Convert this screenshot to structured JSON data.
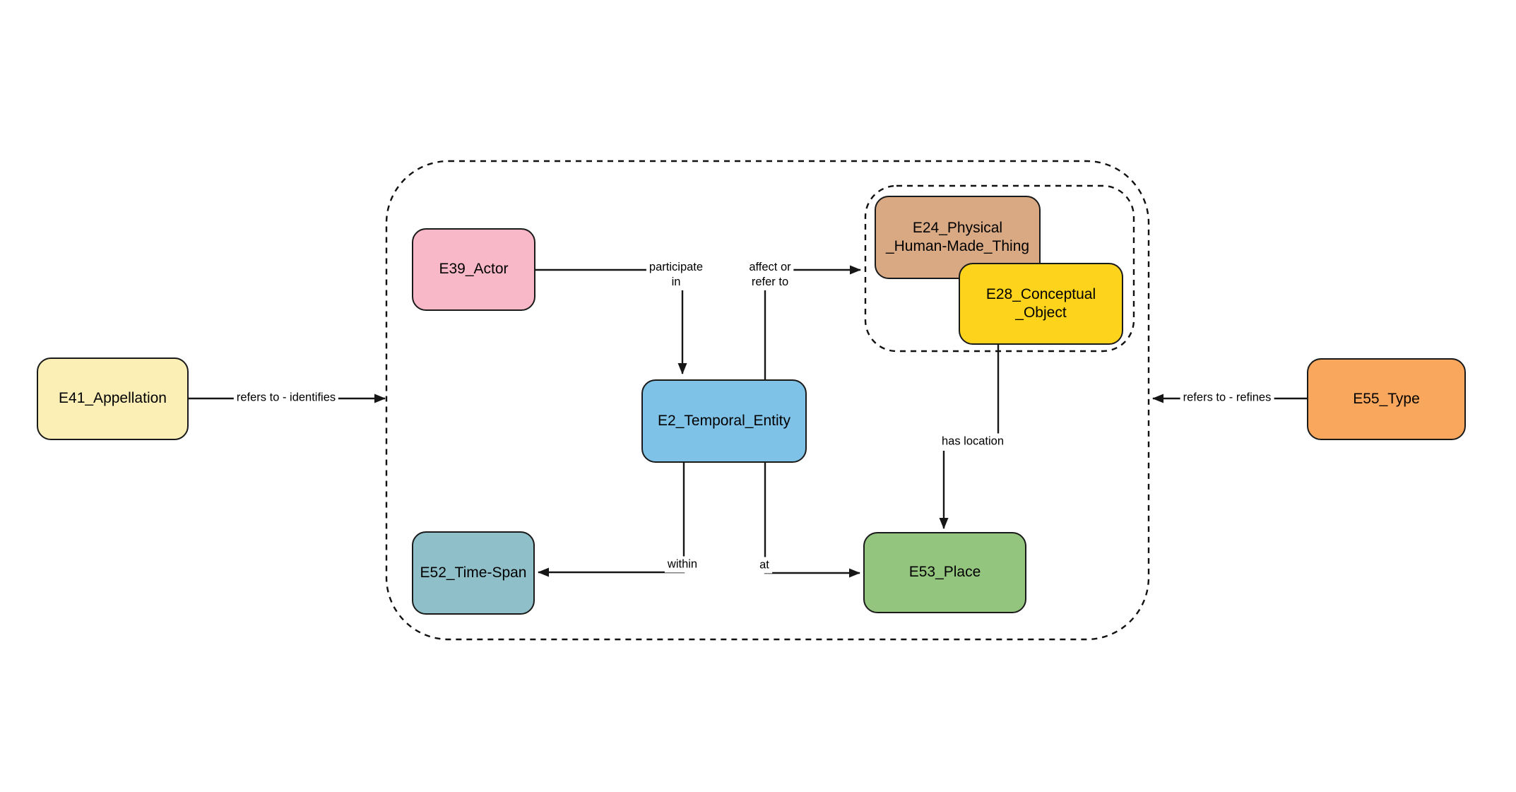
{
  "diagram": {
    "background": "#FFFFFF",
    "stroke_color": "#161616",
    "node_border_color": "#1A1A1A",
    "nodes": {
      "e41_appellation": {
        "label": "E41_Appellation",
        "fill": "#FBEFB6"
      },
      "e39_actor": {
        "label": "E39_Actor",
        "fill": "#F8B8C8"
      },
      "e24_physical_human_made_thing": {
        "label": "E24_Physical\n_Human-Made_Thing",
        "fill": "#D8A983"
      },
      "e28_conceptual_object": {
        "label": "E28_Conceptual\n_Object",
        "fill": "#FED31B"
      },
      "e2_temporal_entity": {
        "label": "E2_Temporal_Entity",
        "fill": "#7EC2E7"
      },
      "e52_time_span": {
        "label": "E52_Time-Span",
        "fill": "#8FC0C9"
      },
      "e53_place": {
        "label": "E53_Place",
        "fill": "#94C57E"
      },
      "e55_type": {
        "label": "E55_Type",
        "fill": "#F8A75C"
      }
    },
    "edges": {
      "refers_to_identifies": {
        "label": "refers to - identifies"
      },
      "participate_in": {
        "label": "participate\nin"
      },
      "affect_or_refer_to": {
        "label": "affect or\nrefer to"
      },
      "has_location": {
        "label": "has location"
      },
      "within": {
        "label": "within"
      },
      "at": {
        "label": "at"
      },
      "refers_to_refines": {
        "label": "refers to - refines"
      }
    }
  }
}
